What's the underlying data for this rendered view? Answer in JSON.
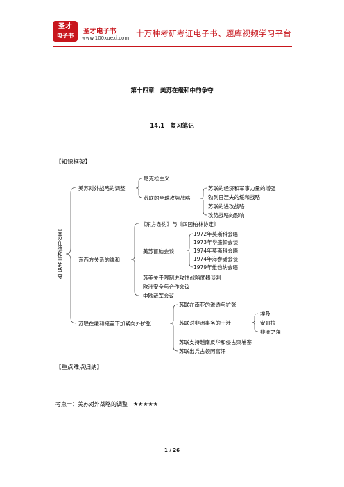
{
  "header": {
    "logo_line1": "圣才",
    "logo_line2": "电子书",
    "brand": "圣才电子书",
    "url": "www.100xuexi.com",
    "slogan": "十万种考研考证电子书、题库视频学习平台"
  },
  "chapter_title": "第十四章　美苏在缓和中的争夺",
  "section_title": "14.1　复习笔记",
  "framework_heading": "【知识框架】",
  "tree": {
    "root": "美苏在缓和中的争夺",
    "b1": "美苏对外战略的调整",
    "b1_1": "尼克松主义",
    "b1_2": "苏联的全球攻势战略",
    "b1_2_items": [
      "苏联的经济和军事力量的增强",
      "勃列日涅夫的缓和战略",
      "苏联的进攻战略",
      "攻势战略的影响"
    ],
    "b2": "东西方关系的缓和",
    "b2_1": "《东方条约》与《四国柏林协定》",
    "b2_2": "美苏首脑会谈",
    "b2_2_items": [
      "1972年莫斯科会晤",
      "1973年华盛顿会谈",
      "1974年莫斯科会晤",
      "1974年海参崴会谈",
      "1979年维也纳会晤"
    ],
    "b2_3": "苏美关于限制进攻性战略武器谈判",
    "b2_4": "欧洲安全与合作会议",
    "b2_5": "中欧裁军会议",
    "b3": "苏联在缓和掩盖下加紧向外扩张",
    "b3_1": "苏联在南亚的渗透与扩张",
    "b3_2": "苏联对非洲事务的干涉",
    "b3_2_items": [
      "埃及",
      "安哥拉",
      "非洲之角"
    ],
    "b3_3": "苏联支持越南反华和侵占柬埔寨",
    "b3_4": "苏联出兵占领阿富汗"
  },
  "key_points_heading": "【重点难点归纳】",
  "kaodian": "考点一：美苏对外战略的调整　★★★★★",
  "page_number": "1 / 26"
}
